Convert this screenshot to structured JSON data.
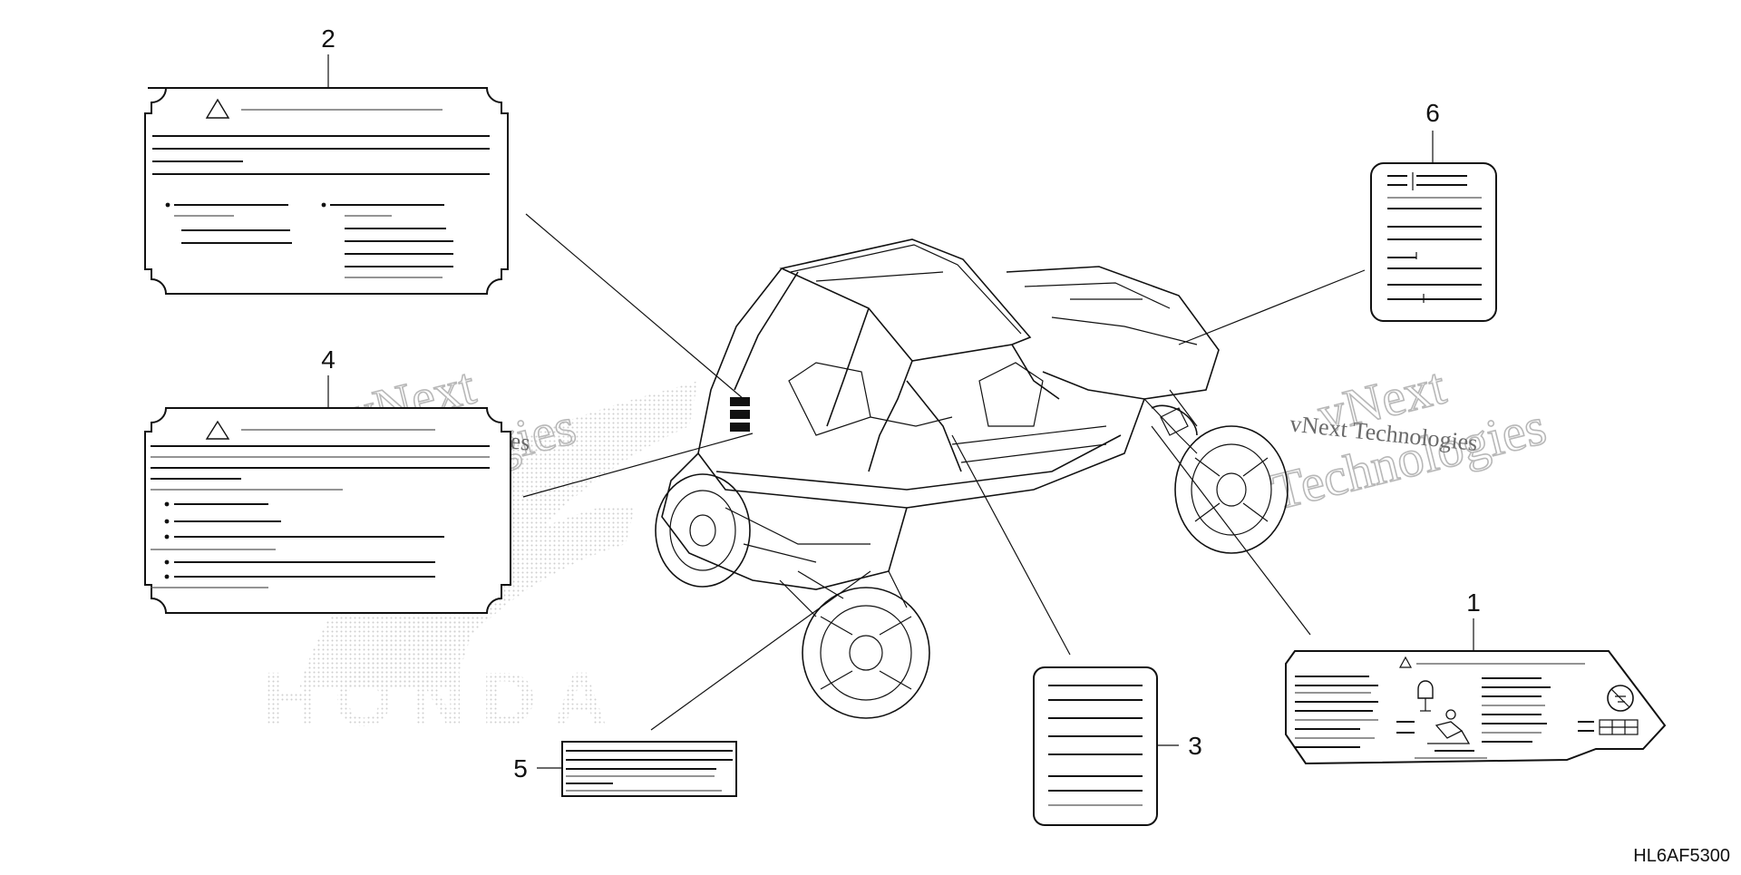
{
  "diagram": {
    "drawing_code": "HL6AF5300",
    "callouts": [
      "1",
      "2",
      "3",
      "4",
      "5",
      "6"
    ],
    "watermarks": {
      "company_short": "vNext Technologies",
      "company_large_line1": "vNext",
      "company_large_line2": "Technologies",
      "brand": "HONDA"
    },
    "icons": [
      "warning-triangle-icon",
      "no-passenger-icon",
      "helmet-icon"
    ]
  }
}
